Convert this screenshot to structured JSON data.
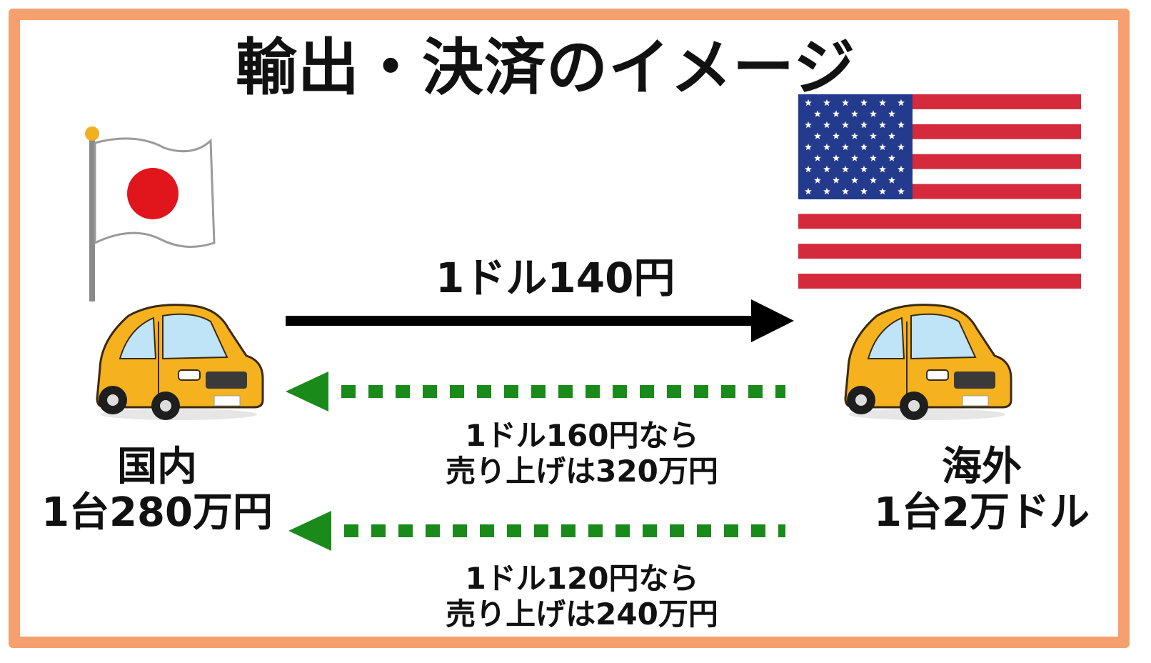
{
  "title": "輸出・決済のイメージ",
  "domestic": {
    "name": "国内",
    "price": "1台280万円"
  },
  "overseas": {
    "name": "海外",
    "price": "1台2万ドル"
  },
  "export_rate": {
    "label": "1ドル140円"
  },
  "returns": [
    {
      "line1": "1ドル160円なら",
      "line2": "売り上げは320万円"
    },
    {
      "line1": "1ドル120円なら",
      "line2": "売り上げは240万円"
    }
  ],
  "colors": {
    "frame": "#f6a070",
    "export_arrow": "#000000",
    "return_arrows": "#1a8a1a",
    "car": "#f5b21e",
    "japan_disc": "#e0161c",
    "us_red": "#d42a3c",
    "us_blue": "#243a8c"
  },
  "icons": [
    "japan-flag-icon",
    "us-flag-icon",
    "car-icon"
  ]
}
